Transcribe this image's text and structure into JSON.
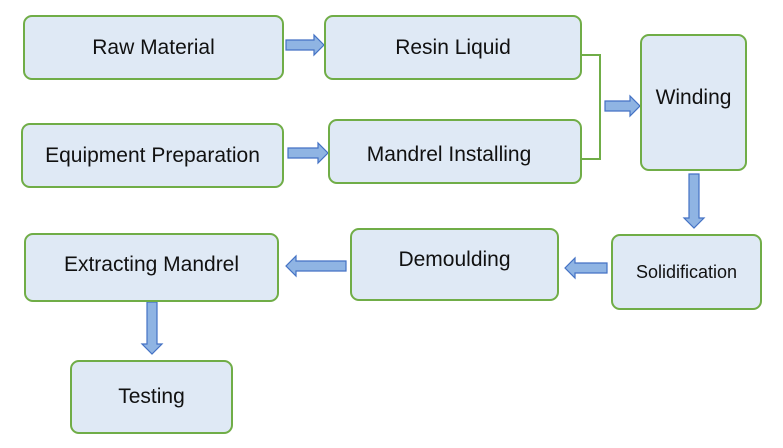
{
  "nodes": {
    "raw_material": "Raw Material",
    "resin_liquid": "Resin Liquid",
    "equipment_preparation": "Equipment Preparation",
    "mandrel_installing": "Mandrel Installing",
    "winding": "Winding",
    "solidification": "Solidification",
    "demoulding": "Demoulding",
    "extracting_mandrel": "Extracting Mandrel",
    "testing": "Testing"
  },
  "colors": {
    "node_fill": "#dfe9f5",
    "node_border": "#70ad47",
    "arrow_fill": "#8fb4e3",
    "arrow_stroke": "#4472c4"
  }
}
